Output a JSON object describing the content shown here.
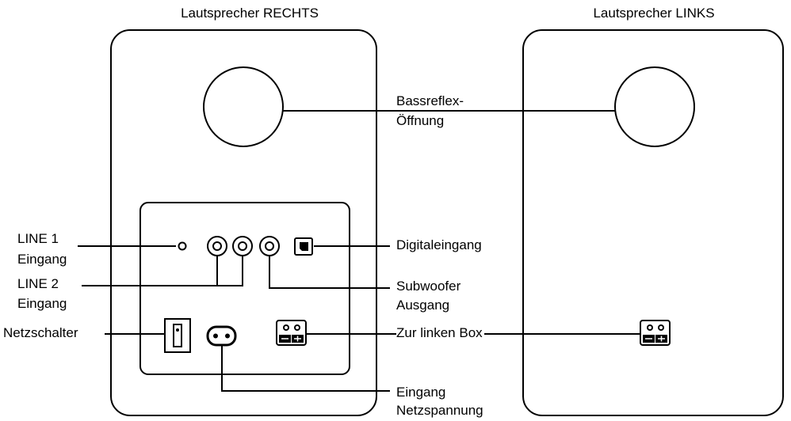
{
  "titles": {
    "right_speaker": "Lautsprecher RECHTS",
    "left_speaker": "Lautsprecher LINKS"
  },
  "labels": {
    "bassreflex_line1": "Bassreflex-",
    "bassreflex_line2": "Öffnung",
    "line1_line1": "LINE 1",
    "line1_line2": "Eingang",
    "line2_line1": "LINE 2",
    "line2_line2": "Eingang",
    "netzschalter": "Netzschalter",
    "digitaleingang": "Digitaleingang",
    "subwoofer_line1": "Subwoofer",
    "subwoofer_line2": "Ausgang",
    "zur_linken_box": "Zur linken Box",
    "netz_line1": "Eingang",
    "netz_line2": "Netzspannung"
  },
  "terminal_signs": {
    "minus": "−",
    "plus": "+"
  }
}
